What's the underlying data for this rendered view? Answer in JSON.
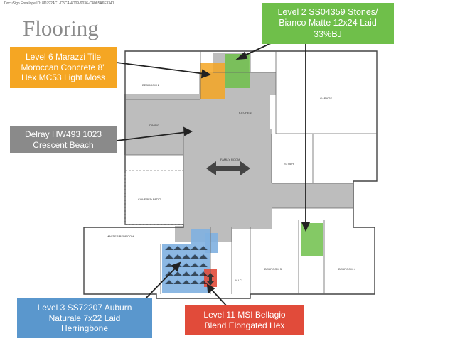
{
  "envelope_id": "DocuSign Envelope ID: 8D7924C1-C5C4-4D09-9036-C4065A6F3341",
  "title": "Flooring",
  "callouts": {
    "green": {
      "lines": [
        "Level 2 SS04359 Stones/",
        "Bianco Matte 12x24 Laid",
        "33%BJ"
      ],
      "color": "#6fbf4a"
    },
    "orange": {
      "lines": [
        "Level 6 Marazzi Tile",
        "Moroccan Concrete 8\"",
        "Hex MC53 Light Moss"
      ],
      "color": "#f5a623"
    },
    "gray": {
      "lines": [
        "Delray HW493 1023",
        "Crescent Beach"
      ],
      "color": "#8a8a8a"
    },
    "blue": {
      "lines": [
        "Level 3 SS72207 Auburn",
        "Naturale 7x22 Laid",
        "Herringbone"
      ],
      "color": "#5a97cd"
    },
    "red": {
      "lines": [
        "Level 11 MSI Bellagio",
        "Blend Elongated Hex"
      ],
      "color": "#e14b3a"
    }
  },
  "rooms": {
    "bedroom2": "BEDROOM 2",
    "garage": "GARAGE",
    "dining": "DINING",
    "kitchen": "KITCHEN",
    "family_room": "FAMILY ROOM",
    "covered_patio": "COVERED PATIO",
    "study": "STUDY",
    "master_bedroom": "MASTER BEDROOM",
    "bedroom3": "BEDROOM 3",
    "bedroom4": "BEDROOM 4",
    "wic": "W.I.C."
  }
}
